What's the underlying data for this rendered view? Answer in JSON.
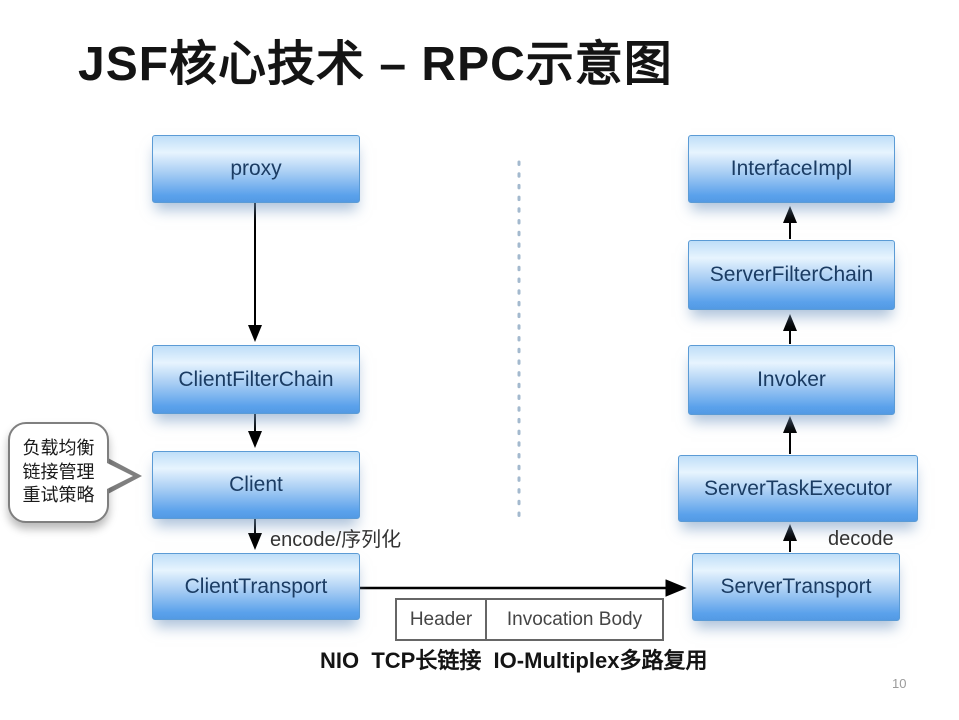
{
  "slide": {
    "title": "JSF核心技术 – RPC示意图",
    "page_number": "10"
  },
  "left_column": {
    "boxes": [
      {
        "label": "proxy"
      },
      {
        "label": "ClientFilterChain"
      },
      {
        "label": "Client"
      },
      {
        "label": "ClientTransport"
      }
    ]
  },
  "right_column": {
    "boxes": [
      {
        "label": "InterfaceImpl"
      },
      {
        "label": "ServerFilterChain"
      },
      {
        "label": "Invoker"
      },
      {
        "label": "ServerTaskExecutor"
      },
      {
        "label": "ServerTransport"
      }
    ]
  },
  "callout": {
    "lines": [
      "负载均衡",
      "链接管理",
      "重试策略"
    ]
  },
  "edge_labels": {
    "encode": "encode/序列化",
    "decode": "decode"
  },
  "message_box": {
    "cells": [
      "Header",
      "Invocation Body"
    ]
  },
  "bottom_note": "NIO  TCP长链接  IO-Multiplex多路复用",
  "colors": {
    "box_border": "#5b9bd5",
    "box_gradient_top": "#bfdef8",
    "box_gradient_bottom": "#539ae4",
    "box_text": "#1b3c63",
    "arrow": "#000000",
    "dotted_divider": "#7d9cba",
    "callout_border": "#7f7f7f",
    "title_text": "#141414"
  }
}
